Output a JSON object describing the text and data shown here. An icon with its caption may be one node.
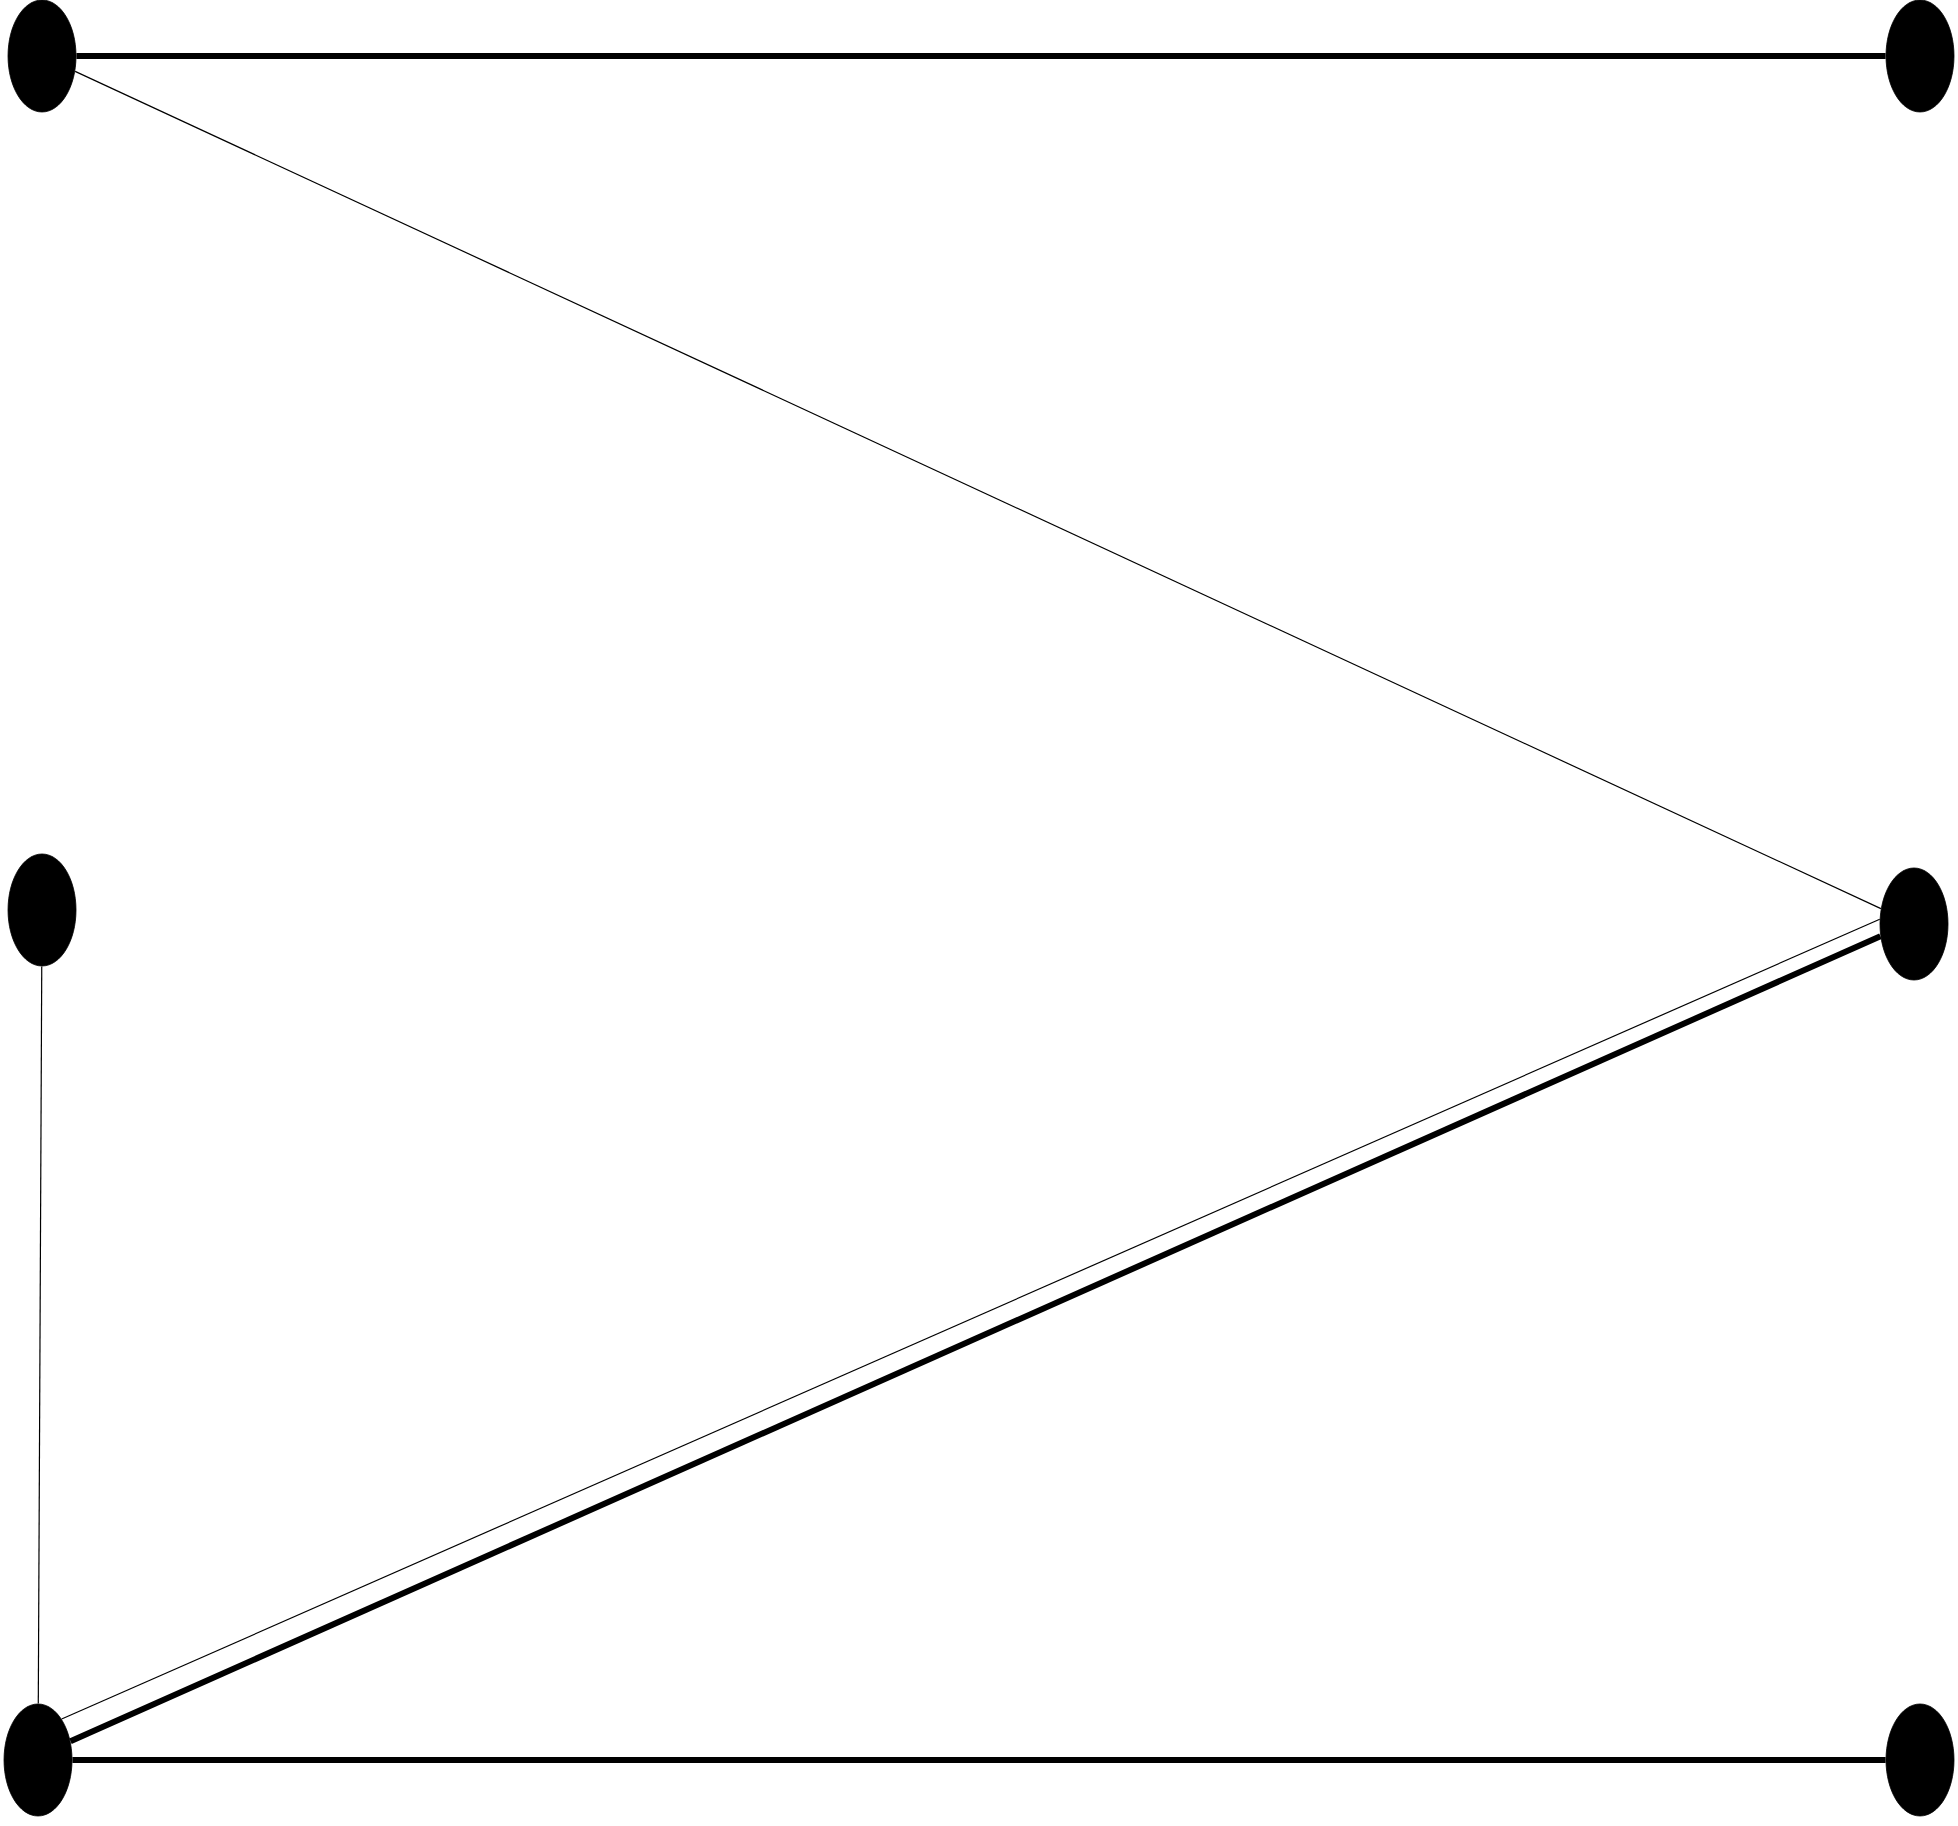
{
  "diagram": {
    "nodes": [
      {
        "text": [],
        "shape": "ellipse"
      },
      {
        "text": [],
        "shape": "ellipse"
      },
      {
        "text": [],
        "shape": "ellipse"
      },
      {
        "text": [],
        "shape": "ellipse"
      },
      {
        "text": [],
        "shape": "ellipse"
      },
      {
        "text": [],
        "shape": "ellipse"
      }
    ],
    "edges": [
      {
        "from": 0,
        "to": 1,
        "arrow": "none",
        "style": "thick"
      },
      {
        "from": 0,
        "to": 3,
        "arrow": "none"
      },
      {
        "from": 2,
        "to": 4,
        "arrow": "none"
      },
      {
        "from": 4,
        "to": 3,
        "arrow": "none"
      },
      {
        "from": 4,
        "to": 3,
        "arrow": "none",
        "style": "thick"
      },
      {
        "from": 4,
        "to": 5,
        "arrow": "none",
        "style": "thick"
      }
    ]
  }
}
